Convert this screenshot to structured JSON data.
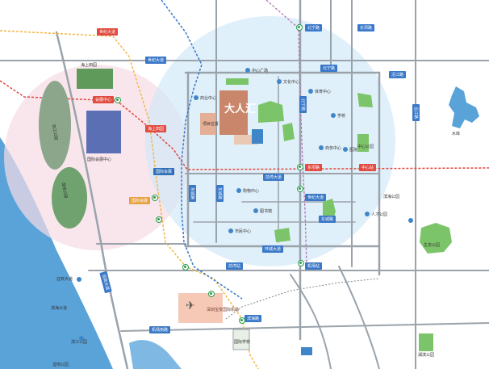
{
  "project": {
    "name": "大人汇",
    "site_label": "项目位置"
  },
  "roads": {
    "top_left_road": "世纪大道",
    "top_right_tag_1": "北宁路",
    "top_right_tag_2": "东坝路",
    "inner_mid_road": "前湾大道",
    "inner_bottom_road": "环城大道",
    "east_road": "沿江路",
    "south_road": "机场南路",
    "southwest_road_1": "迎宾大道",
    "southwest_road_2": "滨海大道",
    "vertical_left": "东城路",
    "vertical_right": "北宁路"
  },
  "metro_stations": {
    "tag_top_left": "世纪大道",
    "tag_left_1": "会展中心",
    "tag_left_2": "海上田园",
    "tag_left_3": "国际会展",
    "tag_center_red": "东坝路",
    "tag_red_right": "中心站",
    "tag_mid_bottom_1": "前湾站",
    "tag_mid_bottom_2": "机场站",
    "tag_bottom_center": "滨海路"
  },
  "landmarks": {
    "airport": "深圳宝安国际机场",
    "expo_center": "国际会展中心",
    "sea_park": "海上田园",
    "island_park": "滨江公园",
    "wetland": "湿地公园",
    "school": "国际学校",
    "park_right": "中心公园",
    "park_bottom_right": "湖滨公园",
    "park_east": "生态公园",
    "lake_label": "水库"
  },
  "pois": {
    "p1": "商业中心",
    "p2": "中心广场",
    "p3": "文化中心",
    "p4": "体育中心",
    "p5": "学校",
    "p6": "医院",
    "p7": "购物中心",
    "p8": "图书馆",
    "p9": "市民中心",
    "p10": "人才公园",
    "p11": "滨海公园",
    "p12": "商务中心"
  },
  "colors": {
    "sea": "#5aa3d9",
    "sea_light": "#7fb9e3",
    "circle_pink": "#f7dbe6",
    "circle_blue": "#cfe8f7",
    "park_green": "#7cc46a",
    "road_gray": "#9aa3ab",
    "metro_red": "#e0453b",
    "metro_orange": "#f0b64a",
    "metro_blue": "#3a78c8",
    "project": "#c77a5a"
  }
}
